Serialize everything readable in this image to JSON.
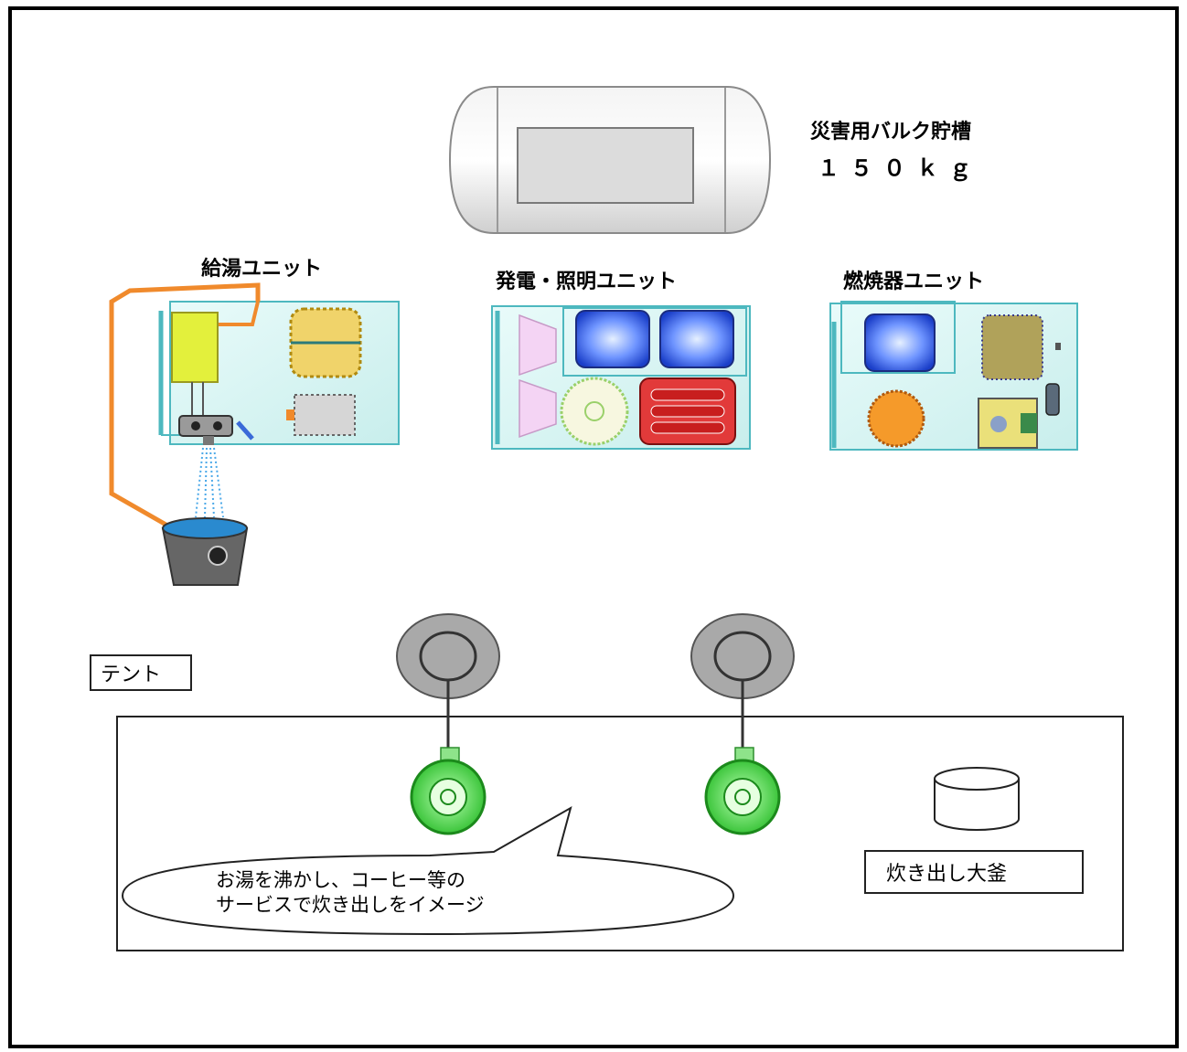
{
  "tank": {
    "name": "災害用バルク貯槽",
    "capacity": "１５０ｋｇ"
  },
  "units": {
    "hot_water": "給湯ユニット",
    "power_light": "発電・照明ユニット",
    "burner": "燃焼器ユニット"
  },
  "tent": {
    "label": "テント"
  },
  "cooking_pot": {
    "label": "炊き出し大釜"
  },
  "speech_bubble": {
    "line1": "お湯を沸かし、コーヒー等の",
    "line2": "サービスで炊き出しをイメージ"
  },
  "colors": {
    "unit_panel": "#d8f3f1",
    "unit_border": "#4db8bf",
    "pipe": "#f08a2c",
    "burner_green": "#38c838",
    "blue_box": "#2a56d8",
    "tank_gray": "#e4e4e4"
  }
}
